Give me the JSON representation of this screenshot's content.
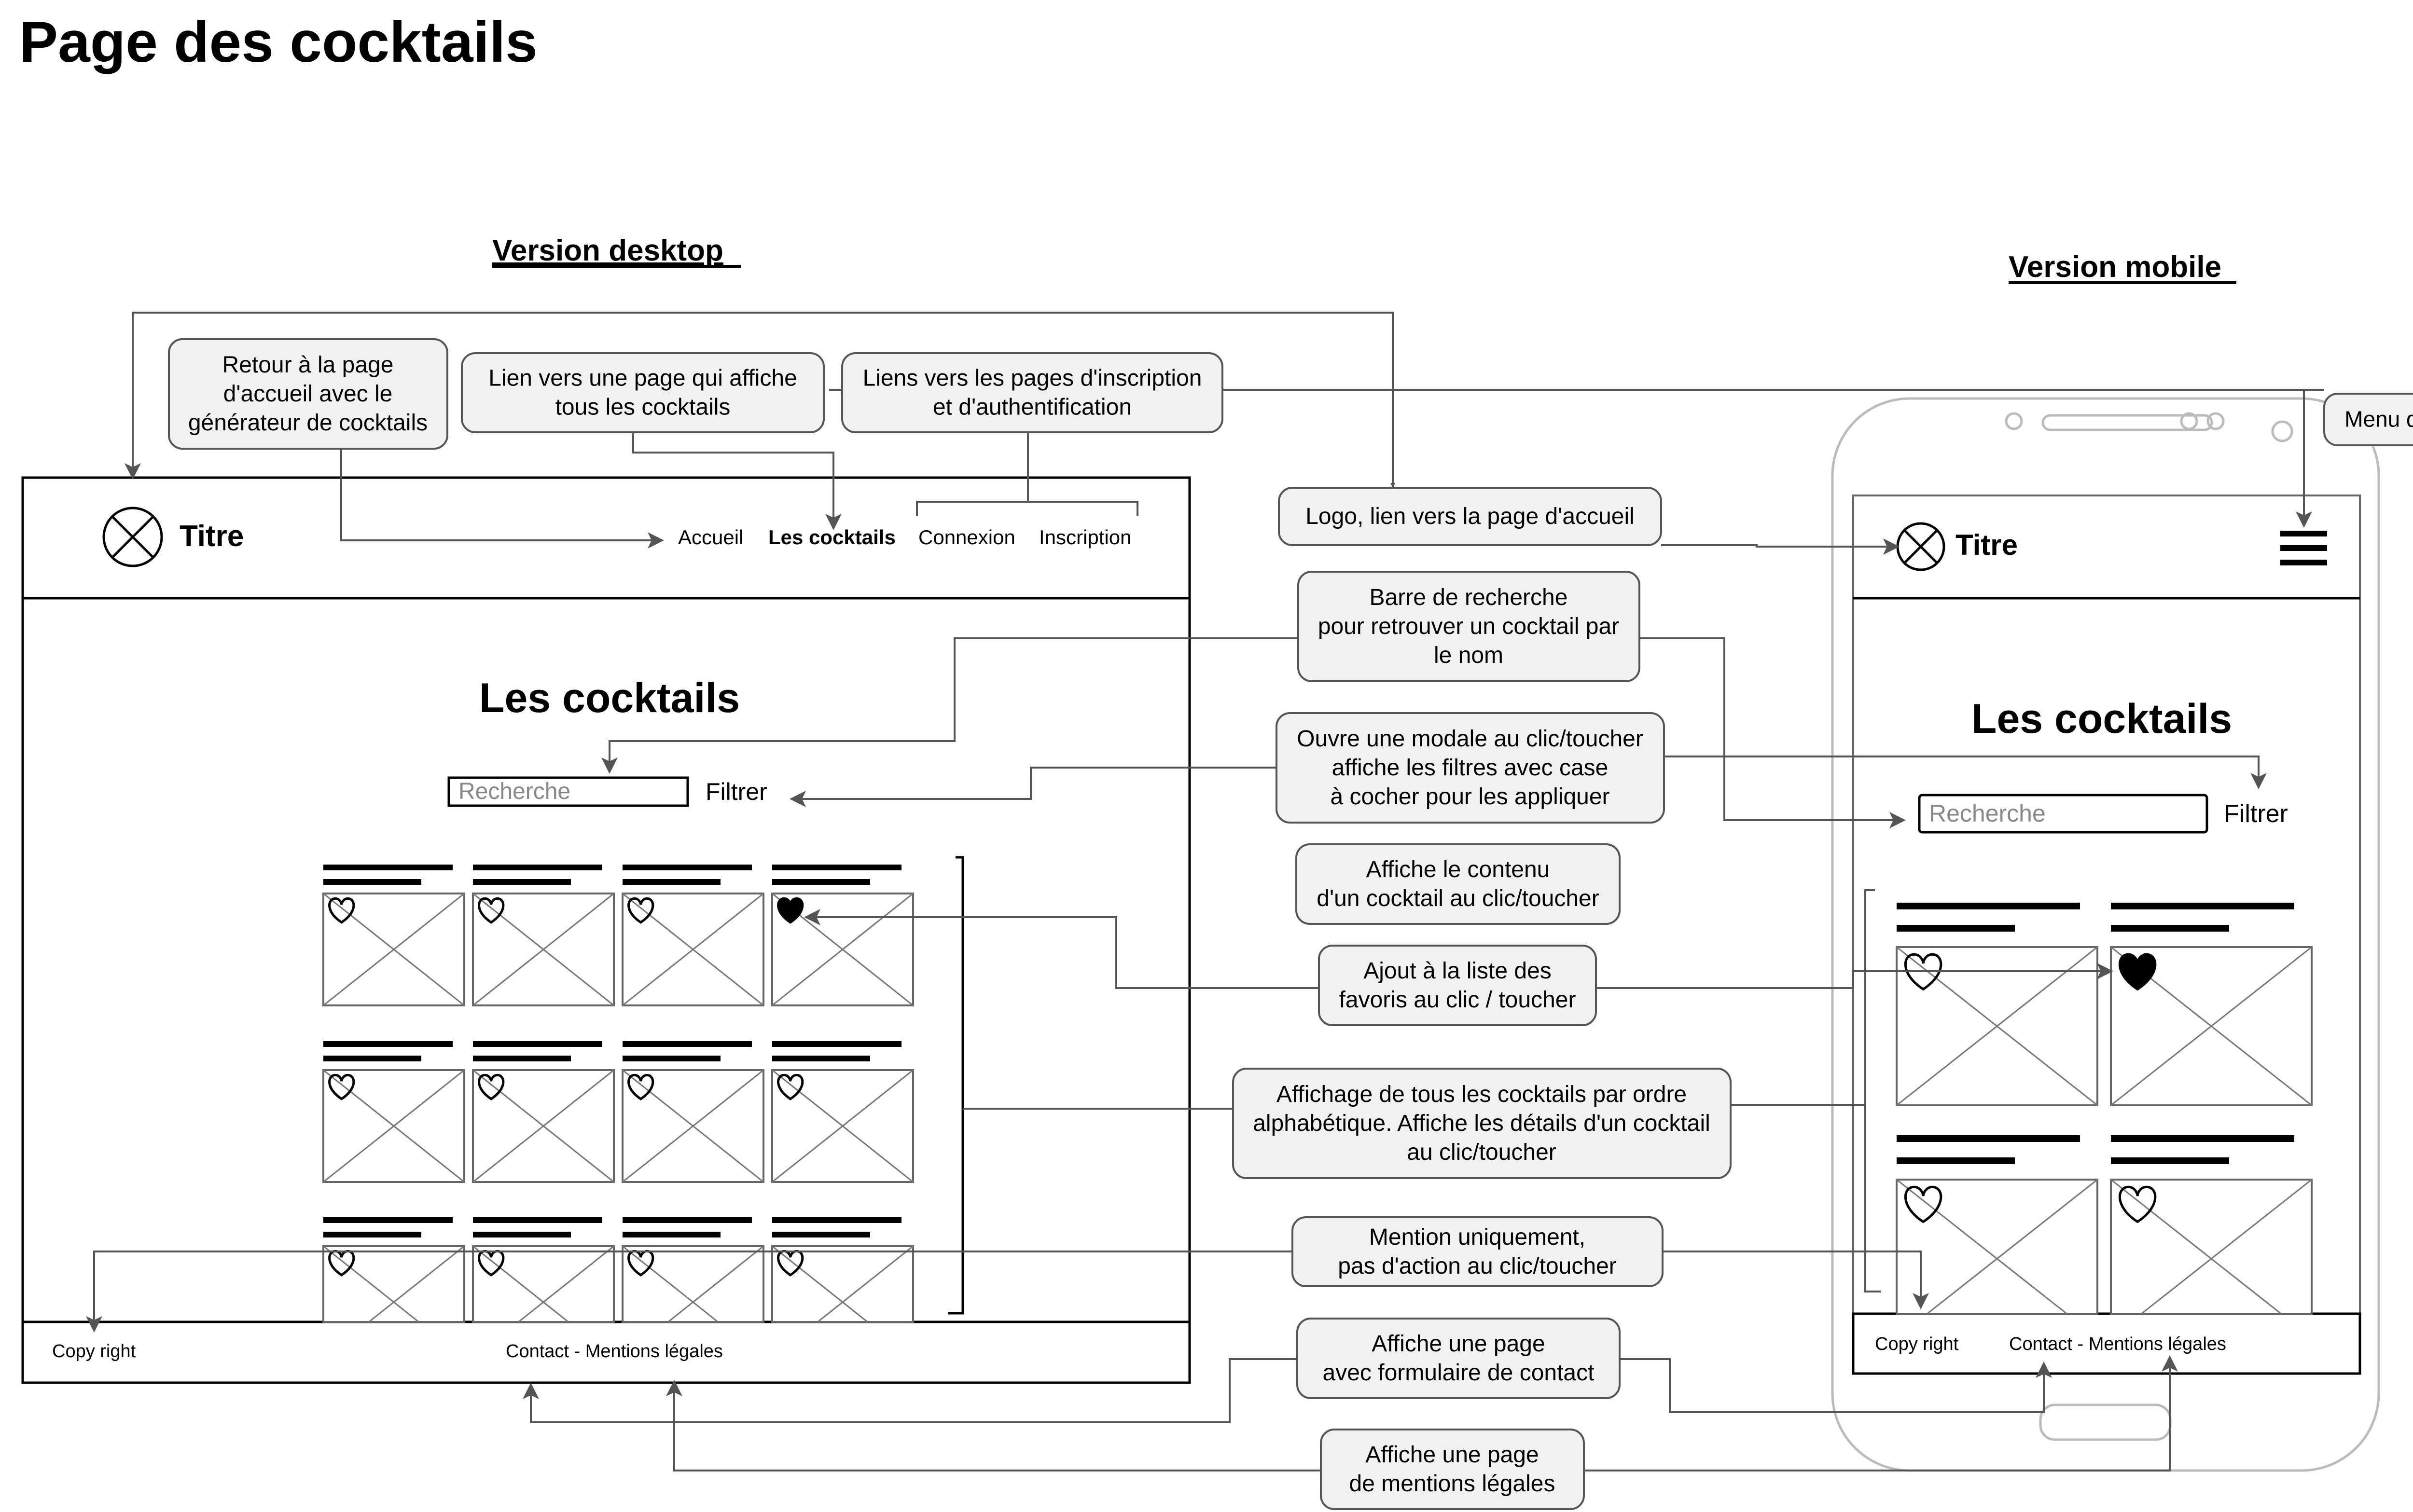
{
  "page_title": "Page des cocktails",
  "desktop": {
    "heading": "Version desktop",
    "header": {
      "title": "Titre",
      "nav": [
        "Accueil",
        "Les cocktails",
        "Connexion",
        "Inscription"
      ]
    },
    "main_title": "Les cocktails",
    "search_placeholder": "Recherche",
    "filter_label": "Filtrer",
    "footer": {
      "copyright": "Copy right",
      "contact": "Contact  -  Mentions légales"
    }
  },
  "mobile": {
    "heading": "Version mobile",
    "header": {
      "title": "Titre"
    },
    "main_title": "Les cocktails",
    "search_placeholder": "Recherche",
    "filter_label": "Filtrer",
    "footer": {
      "copyright": "Copy right",
      "contact": "Contact  -  Mentions légales"
    }
  },
  "annotations": [
    {
      "id": "home",
      "lines": [
        "Retour à la page",
        "d'accueil avec le",
        "générateur de cocktails"
      ]
    },
    {
      "id": "all",
      "lines": [
        "Lien vers une page qui affiche",
        "tous les cocktails"
      ]
    },
    {
      "id": "auth",
      "lines": [
        "Liens vers les pages d'inscription",
        "et d'authentification"
      ]
    },
    {
      "id": "menu",
      "lines": [
        "Menu déroulant"
      ]
    },
    {
      "id": "logo",
      "lines": [
        "Logo, lien vers la page d'accueil"
      ]
    },
    {
      "id": "search",
      "lines": [
        "Barre de recherche",
        "pour retrouver un cocktail par",
        "le nom"
      ]
    },
    {
      "id": "modal",
      "lines": [
        "Ouvre une modale au clic/toucher",
        "affiche les filtres avec case",
        "à cocher pour les appliquer"
      ]
    },
    {
      "id": "content",
      "lines": [
        "Affiche le contenu",
        "d'un cocktail au clic/toucher"
      ]
    },
    {
      "id": "fav",
      "lines": [
        "Ajout à la liste des",
        "favoris au clic / toucher"
      ]
    },
    {
      "id": "list",
      "lines": [
        "Affichage de tous les cocktails par ordre",
        "alphabétique. Affiche les détails d'un cocktail",
        "au clic/toucher"
      ]
    },
    {
      "id": "mention",
      "lines": [
        "Mention uniquement,",
        "pas d'action au clic/toucher"
      ]
    },
    {
      "id": "contact",
      "lines": [
        "Affiche une page",
        "avec formulaire de contact"
      ]
    },
    {
      "id": "legal",
      "lines": [
        "Affiche une page",
        "de mentions légales"
      ]
    }
  ],
  "colors": {
    "note_fill": "#f1f1f1",
    "note_stroke": "#555555",
    "ink": "#000000"
  }
}
